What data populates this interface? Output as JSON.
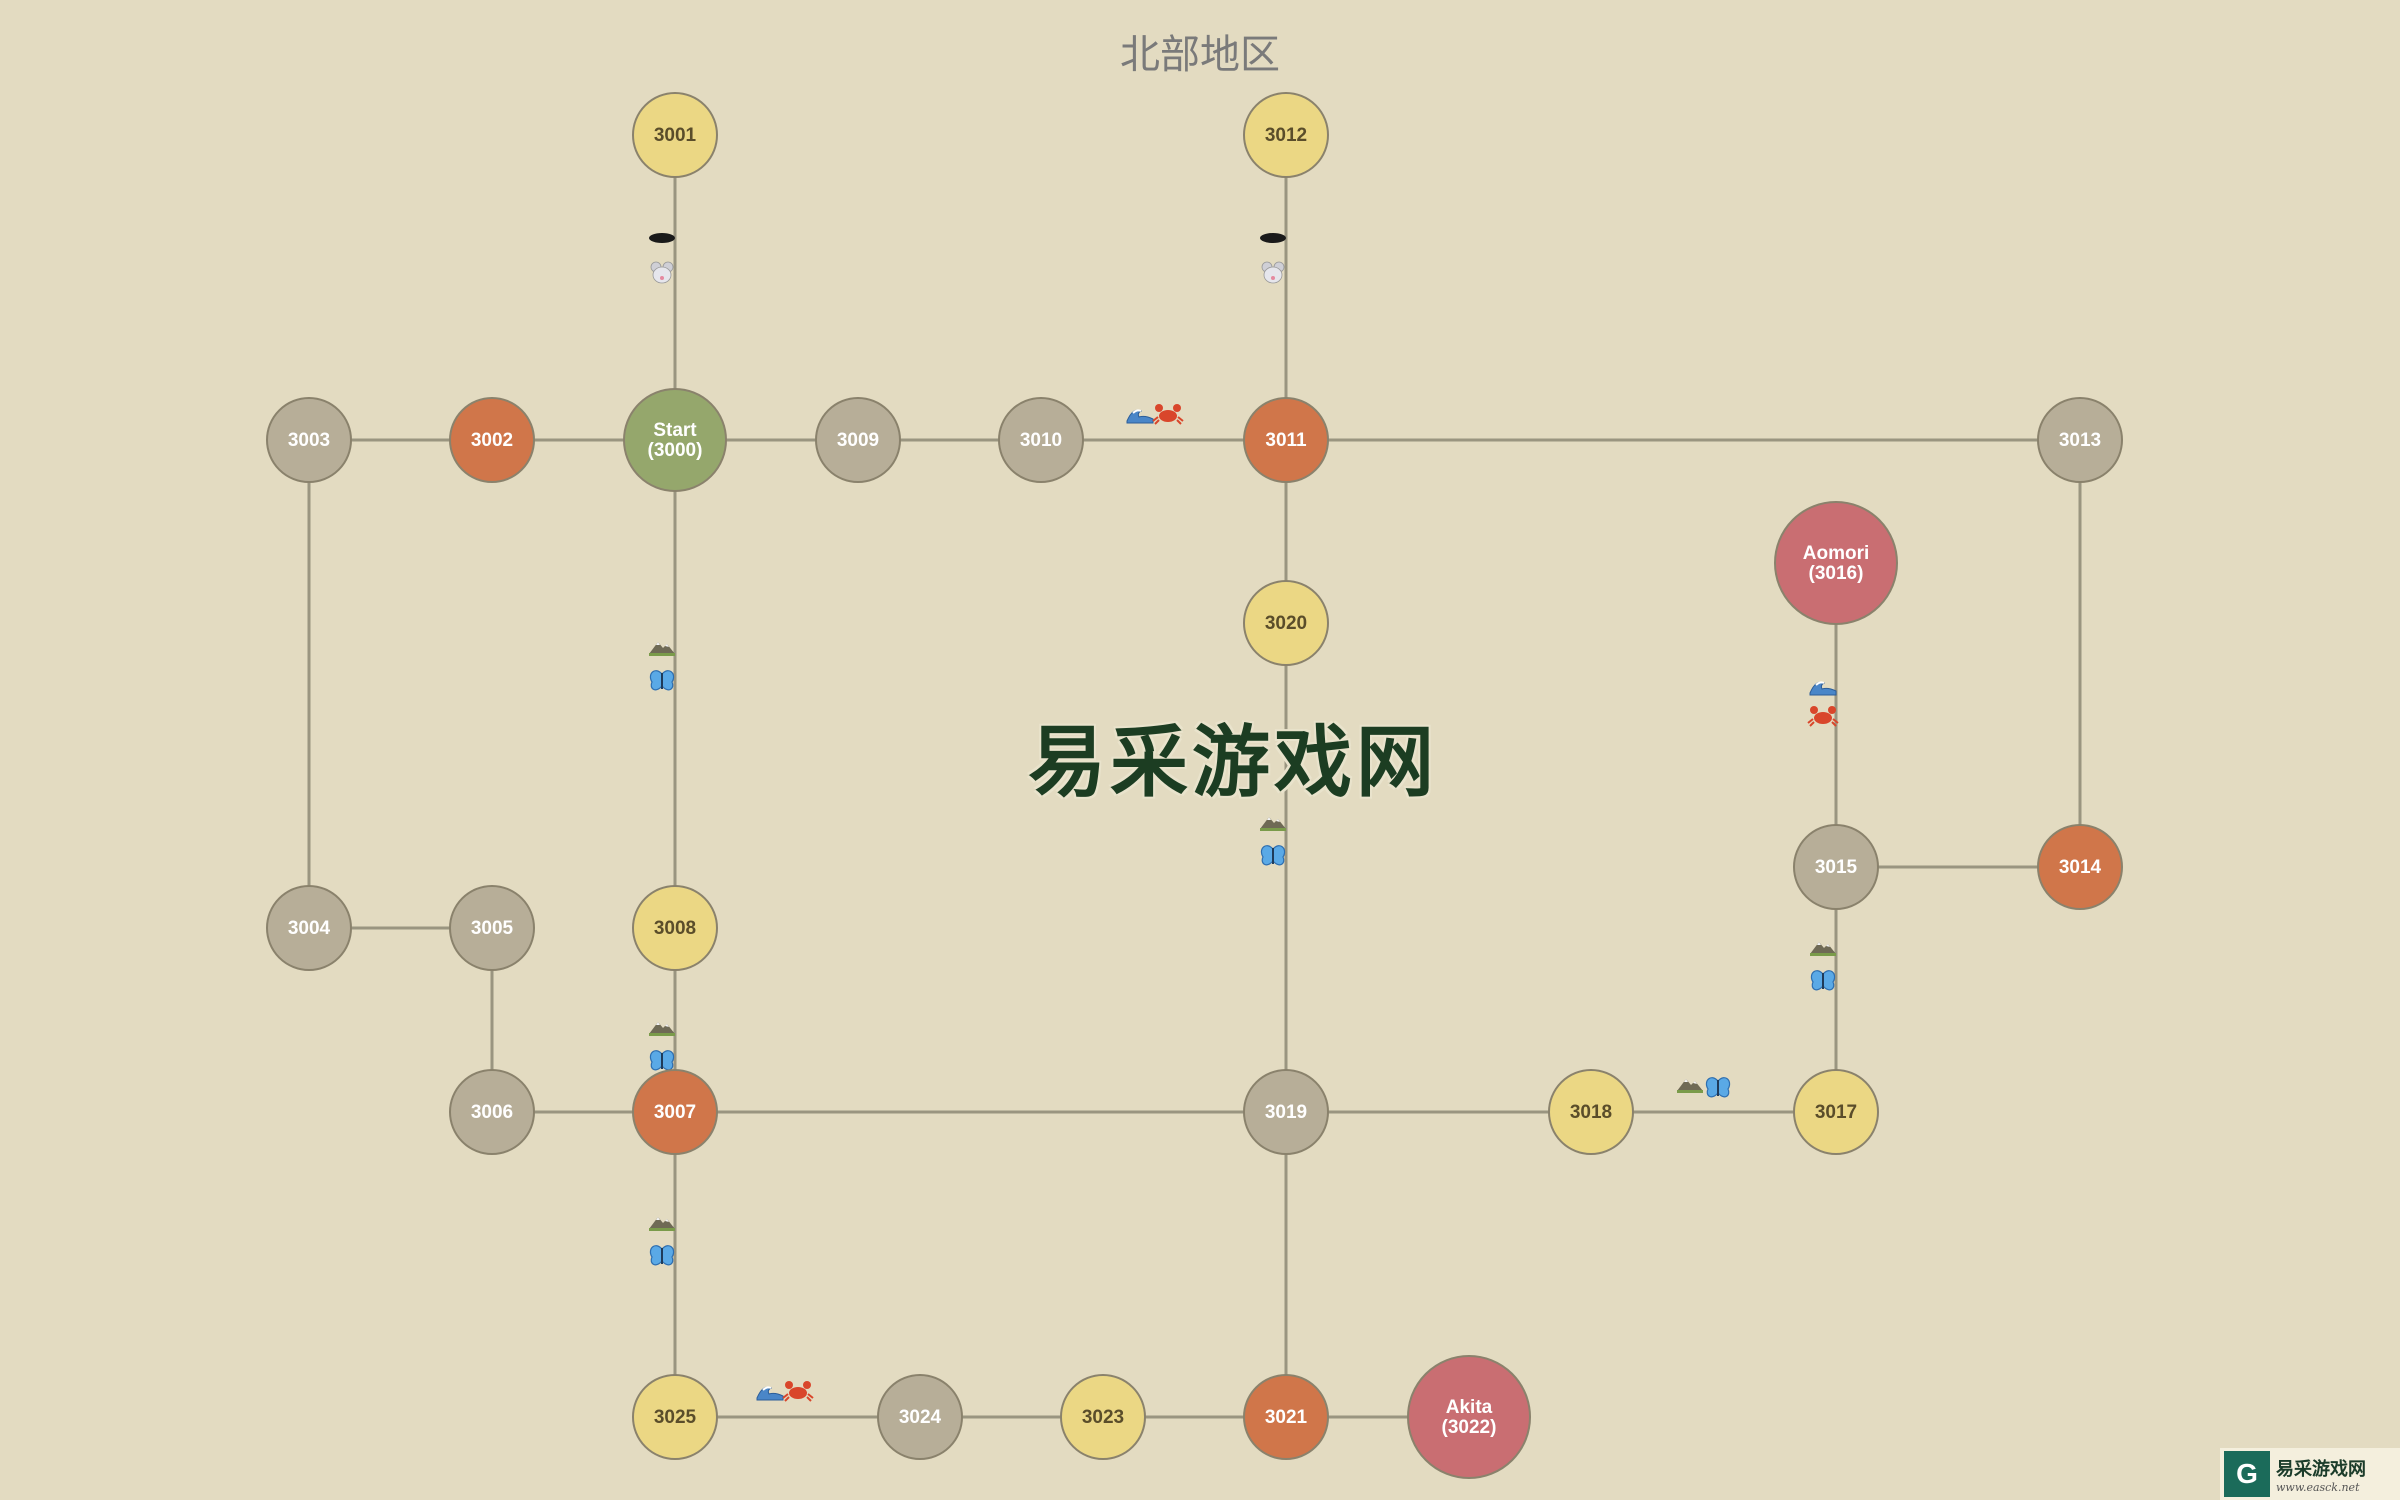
{
  "title": "北部地区",
  "watermark": "易采游戏网",
  "corner_logo": {
    "badge": "G",
    "name": "易采游戏网",
    "url": "www.easck.net"
  },
  "colors": {
    "background": "#e3dbc1",
    "edge": "#9a9580",
    "node_gray": "#b7ae98",
    "node_yellow": "#ebd784",
    "node_orange": "#d0764a",
    "node_start": "#95a76c",
    "node_city": "#c96e72"
  },
  "nodes": [
    {
      "id": "3000",
      "label": "Start\n(3000)",
      "type": "start"
    },
    {
      "id": "3001",
      "label": "3001",
      "type": "yellow"
    },
    {
      "id": "3002",
      "label": "3002",
      "type": "orange"
    },
    {
      "id": "3003",
      "label": "3003",
      "type": "gray"
    },
    {
      "id": "3004",
      "label": "3004",
      "type": "gray"
    },
    {
      "id": "3005",
      "label": "3005",
      "type": "gray"
    },
    {
      "id": "3006",
      "label": "3006",
      "type": "gray"
    },
    {
      "id": "3007",
      "label": "3007",
      "type": "orange"
    },
    {
      "id": "3008",
      "label": "3008",
      "type": "yellow"
    },
    {
      "id": "3009",
      "label": "3009",
      "type": "gray"
    },
    {
      "id": "3010",
      "label": "3010",
      "type": "gray"
    },
    {
      "id": "3011",
      "label": "3011",
      "type": "orange"
    },
    {
      "id": "3012",
      "label": "3012",
      "type": "yellow"
    },
    {
      "id": "3013",
      "label": "3013",
      "type": "gray"
    },
    {
      "id": "3014",
      "label": "3014",
      "type": "orange"
    },
    {
      "id": "3015",
      "label": "3015",
      "type": "gray"
    },
    {
      "id": "3016",
      "label": "Aomori\n(3016)",
      "type": "city"
    },
    {
      "id": "3017",
      "label": "3017",
      "type": "yellow"
    },
    {
      "id": "3018",
      "label": "3018",
      "type": "yellow"
    },
    {
      "id": "3019",
      "label": "3019",
      "type": "gray"
    },
    {
      "id": "3020",
      "label": "3020",
      "type": "yellow"
    },
    {
      "id": "3021",
      "label": "3021",
      "type": "orange"
    },
    {
      "id": "3022",
      "label": "Akita\n(3022)",
      "type": "city"
    },
    {
      "id": "3023",
      "label": "3023",
      "type": "yellow"
    },
    {
      "id": "3024",
      "label": "3024",
      "type": "gray"
    },
    {
      "id": "3025",
      "label": "3025",
      "type": "yellow"
    }
  ],
  "edges": [
    {
      "from": "3000",
      "to": "3001",
      "icons": [
        "hole-icon",
        "mouse-icon"
      ]
    },
    {
      "from": "3000",
      "to": "3002"
    },
    {
      "from": "3002",
      "to": "3003"
    },
    {
      "from": "3003",
      "to": "3004"
    },
    {
      "from": "3004",
      "to": "3005"
    },
    {
      "from": "3005",
      "to": "3006"
    },
    {
      "from": "3006",
      "to": "3007"
    },
    {
      "from": "3000",
      "to": "3008",
      "icons": [
        "mountain-icon",
        "butterfly-icon"
      ]
    },
    {
      "from": "3008",
      "to": "3007",
      "icons": [
        "mountain-icon",
        "butterfly-icon"
      ]
    },
    {
      "from": "3007",
      "to": "3025",
      "icons": [
        "mountain-icon",
        "butterfly-icon"
      ]
    },
    {
      "from": "3000",
      "to": "3009"
    },
    {
      "from": "3009",
      "to": "3010"
    },
    {
      "from": "3010",
      "to": "3011",
      "icons": [
        "wave-icon",
        "crab-icon"
      ]
    },
    {
      "from": "3011",
      "to": "3012",
      "icons": [
        "hole-icon",
        "mouse-icon"
      ]
    },
    {
      "from": "3011",
      "to": "3013"
    },
    {
      "from": "3013",
      "to": "3014"
    },
    {
      "from": "3014",
      "to": "3015"
    },
    {
      "from": "3015",
      "to": "3016",
      "icons": [
        "wave-icon",
        "crab-icon"
      ]
    },
    {
      "from": "3015",
      "to": "3017",
      "icons": [
        "mountain-icon",
        "butterfly-icon"
      ]
    },
    {
      "from": "3017",
      "to": "3018",
      "icons": [
        "mountain-icon",
        "butterfly-icon"
      ]
    },
    {
      "from": "3018",
      "to": "3019"
    },
    {
      "from": "3007",
      "to": "3019"
    },
    {
      "from": "3011",
      "to": "3020"
    },
    {
      "from": "3020",
      "to": "3019",
      "icons": [
        "mountain-icon",
        "butterfly-icon"
      ]
    },
    {
      "from": "3019",
      "to": "3021"
    },
    {
      "from": "3021",
      "to": "3022"
    },
    {
      "from": "3021",
      "to": "3023"
    },
    {
      "from": "3023",
      "to": "3024"
    },
    {
      "from": "3024",
      "to": "3025",
      "icons": [
        "wave-icon",
        "crab-icon"
      ]
    }
  ]
}
